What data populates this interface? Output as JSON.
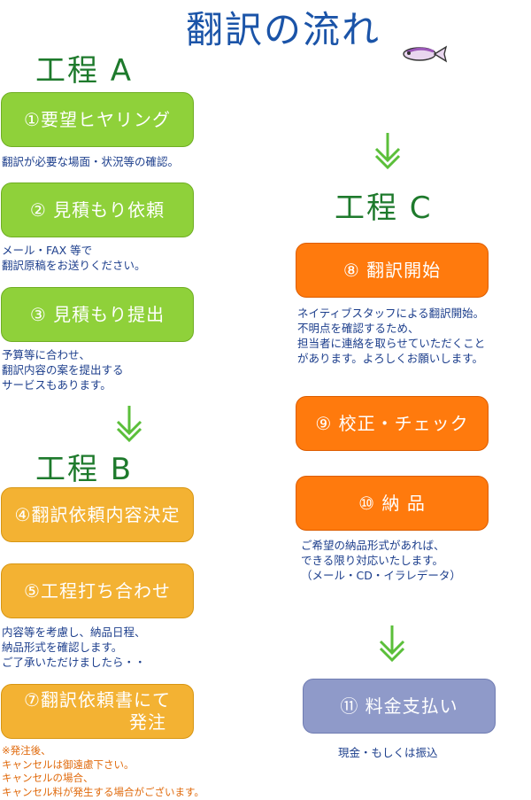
{
  "title": "翻訳の流れ",
  "stages": {
    "a": "工程 A",
    "b": "工程 B",
    "c": "工程 C"
  },
  "steps": {
    "s1": "①要望ヒヤリング",
    "s2": "② 見積もり依頼",
    "s3": "③ 見積もり提出",
    "s4": "④翻訳依頼内容決定",
    "s5": "⑤工程打ち合わせ",
    "s7_line1": "⑦翻訳依頼書にて",
    "s7_line2": "発注",
    "s8": "⑧ 翻訳開始",
    "s9": "⑨ 校正・チェック",
    "s10": "⑩ 納 品",
    "s11": "⑪ 料金支払い"
  },
  "notes": {
    "n1": [
      "翻訳が必要な場面・状況等の確認。"
    ],
    "n2": [
      "メール・FAX 等で",
      "翻訳原稿をお送りください。"
    ],
    "n3": [
      "予算等に合わせ、",
      "翻訳内容の案を提出する",
      "サービスもあります。"
    ],
    "n5": [
      "内容等を考慮し、納品日程、",
      "納品形式を確認します。",
      "ご了承いただけましたら・・"
    ],
    "n7": [
      "※発注後、",
      "キャンセルは御遠慮下さい。",
      "キャンセルの場合、",
      "キャンセル料が発生する場合がございます。"
    ],
    "n8": [
      "ネイティブスタッフによる翻訳開始。",
      "不明点を確認するため、",
      "担当者に連絡を取らせていただくこと",
      "があります。よろしくお願いします。"
    ],
    "n10": [
      "ご希望の納品形式があれば、",
      "できる限り対応いたします。",
      "（メール・CD・イラレデータ）"
    ],
    "n11": [
      "現金・もしくは振込"
    ]
  },
  "colors": {
    "green": "#8fd13a",
    "yellow": "#f3b233",
    "orange": "#ff7a0d",
    "purple": "#8f9ac9",
    "arrow": "#5bbf3a"
  }
}
